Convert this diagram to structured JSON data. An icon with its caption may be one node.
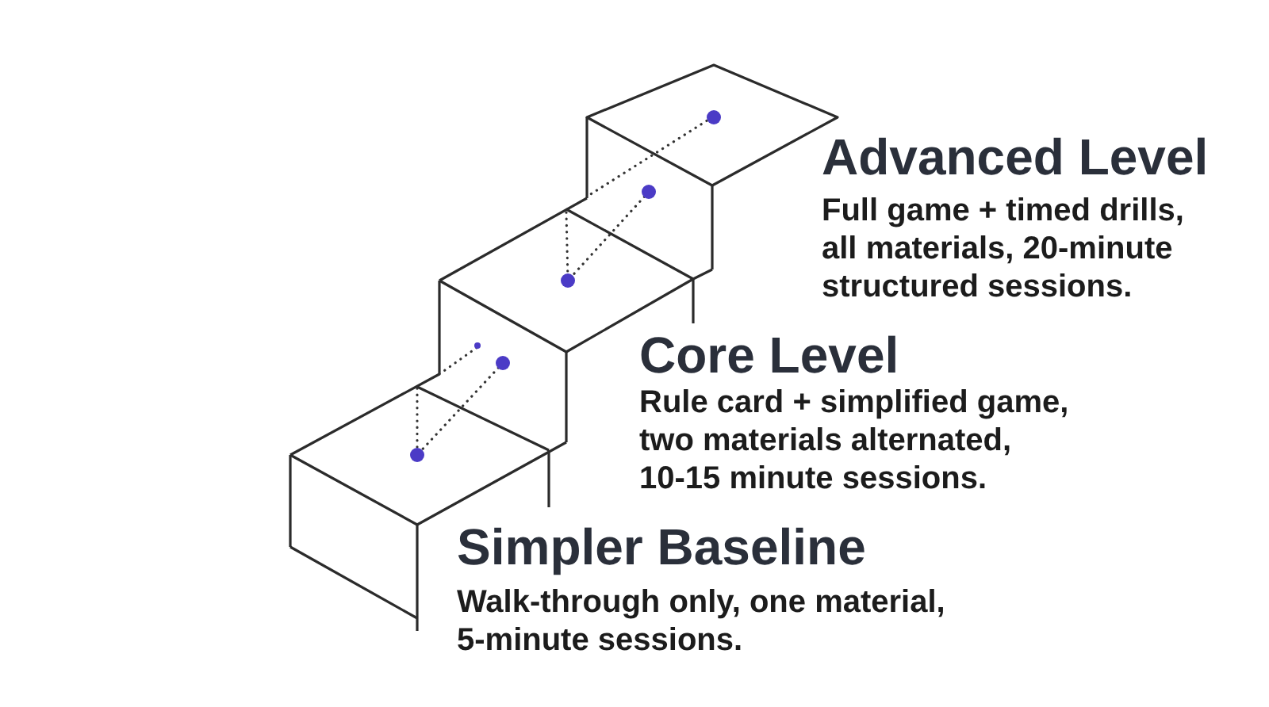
{
  "diagram": {
    "labels": [
      "Advanced Level",
      "Full game + timed drills, all materials, 20-minute structured sessions.",
      "Core Level",
      "Rule card + simplified game, two materials alternated, 10-15 minute sessions.",
      "Simpler Baseline",
      "Walk-through only, one material, 5-minute sessions."
    ]
  }
}
